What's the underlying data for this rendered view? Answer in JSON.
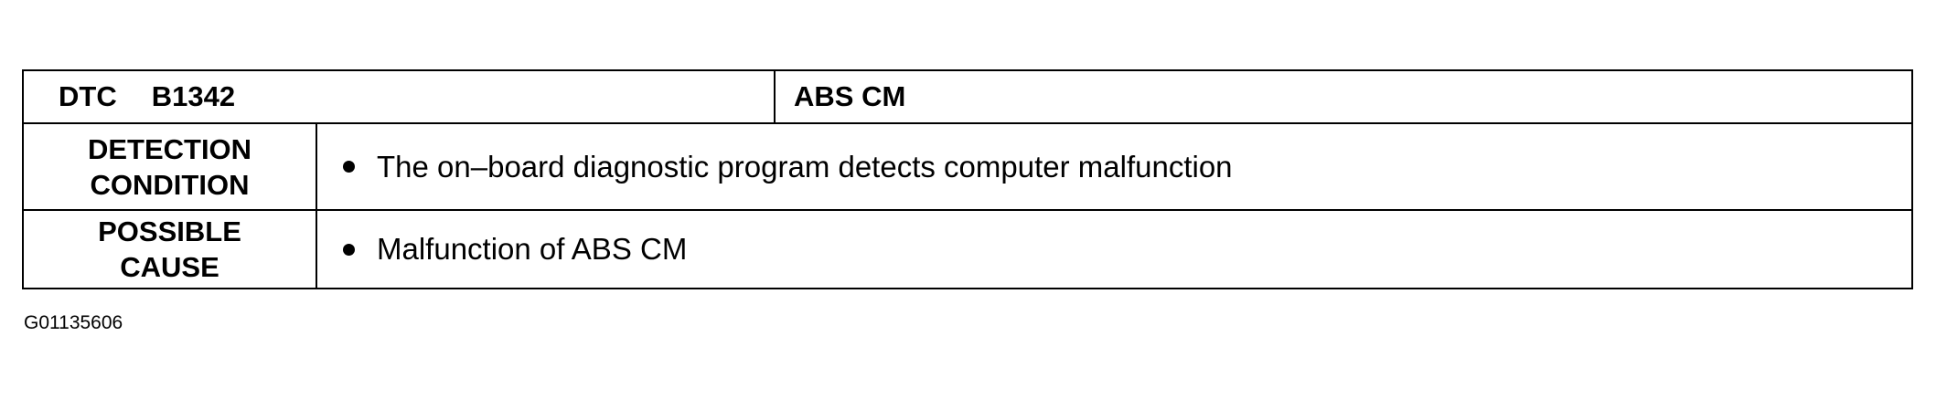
{
  "table": {
    "dtc_label": "DTC",
    "dtc_code": "B1342",
    "module": "ABS CM",
    "rows": [
      {
        "label_line1": "DETECTION",
        "label_line2": "CONDITION",
        "text": "The on–board diagnostic program detects computer malfunction"
      },
      {
        "label_line1": "POSSIBLE",
        "label_line2": "CAUSE",
        "text": "Malfunction of ABS CM"
      }
    ]
  },
  "figure_id": "G01135606"
}
